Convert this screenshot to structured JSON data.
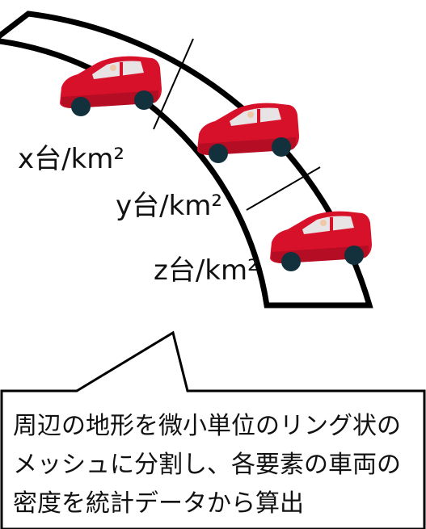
{
  "diagram": {
    "ring_labels": [
      {
        "text": "x台/km²"
      },
      {
        "text": "y台/km²"
      },
      {
        "text": "z台/km²"
      }
    ],
    "callout_text": "周辺の地形を微小単位のリング状のメッシュに分割し、各要素の車両の密度を統計データから算出",
    "colors": {
      "car_body": "#d8112b",
      "car_shadow": "#a30b1f",
      "car_window": "#e8e4e6",
      "wheel": "#13313d",
      "outline": "#000000"
    }
  }
}
